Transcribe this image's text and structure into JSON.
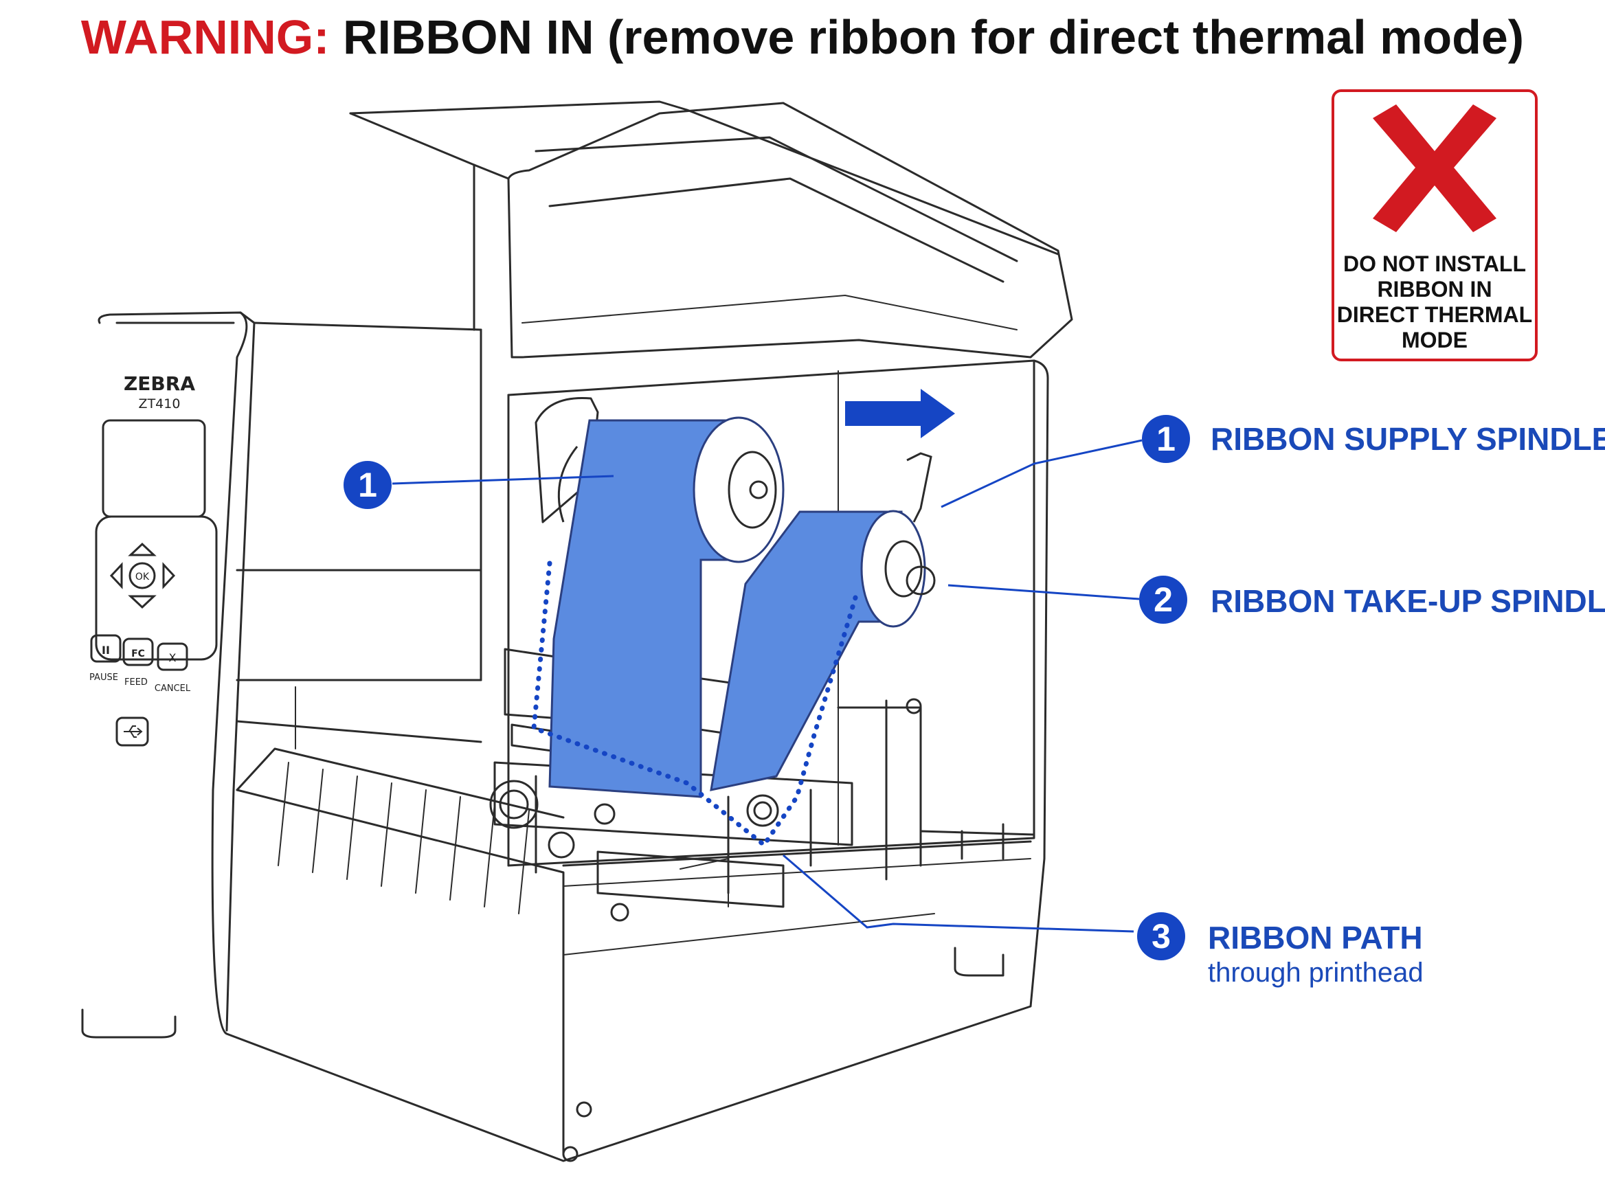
{
  "title": {
    "warning": "WARNING:",
    "text": "RIBBON IN (remove ribbon for direct thermal mode)"
  },
  "colors": {
    "warning_red": "#d21a21",
    "accent_blue": "#1545c4",
    "ribbon_blue": "#5b8be0"
  },
  "printer": {
    "brand": "ZEBRA",
    "model": "ZT410",
    "keypad": {
      "ok": "OK",
      "fc": "FC",
      "x": "X",
      "pause_symbol": "II",
      "pause": "PAUSE",
      "feed": "FEED",
      "cancel": "CANCEL"
    },
    "usb_icon": "usb-icon",
    "direction_arrow": "arrow-right-icon"
  },
  "callouts": [
    {
      "number": "1",
      "label": "RIBBON SUPPLY SPINDLE"
    },
    {
      "number": "2",
      "label": "RIBBON TAKE-UP SPINDLE"
    },
    {
      "number": "3",
      "label": "RIBBON PATH",
      "sub": "through printhead"
    }
  ],
  "ribbon_badge": "1",
  "warning_box": {
    "icon": "red-x-icon",
    "lines": [
      "DO NOT INSTALL",
      "RIBBON IN",
      "DIRECT THERMAL",
      "MODE"
    ]
  }
}
